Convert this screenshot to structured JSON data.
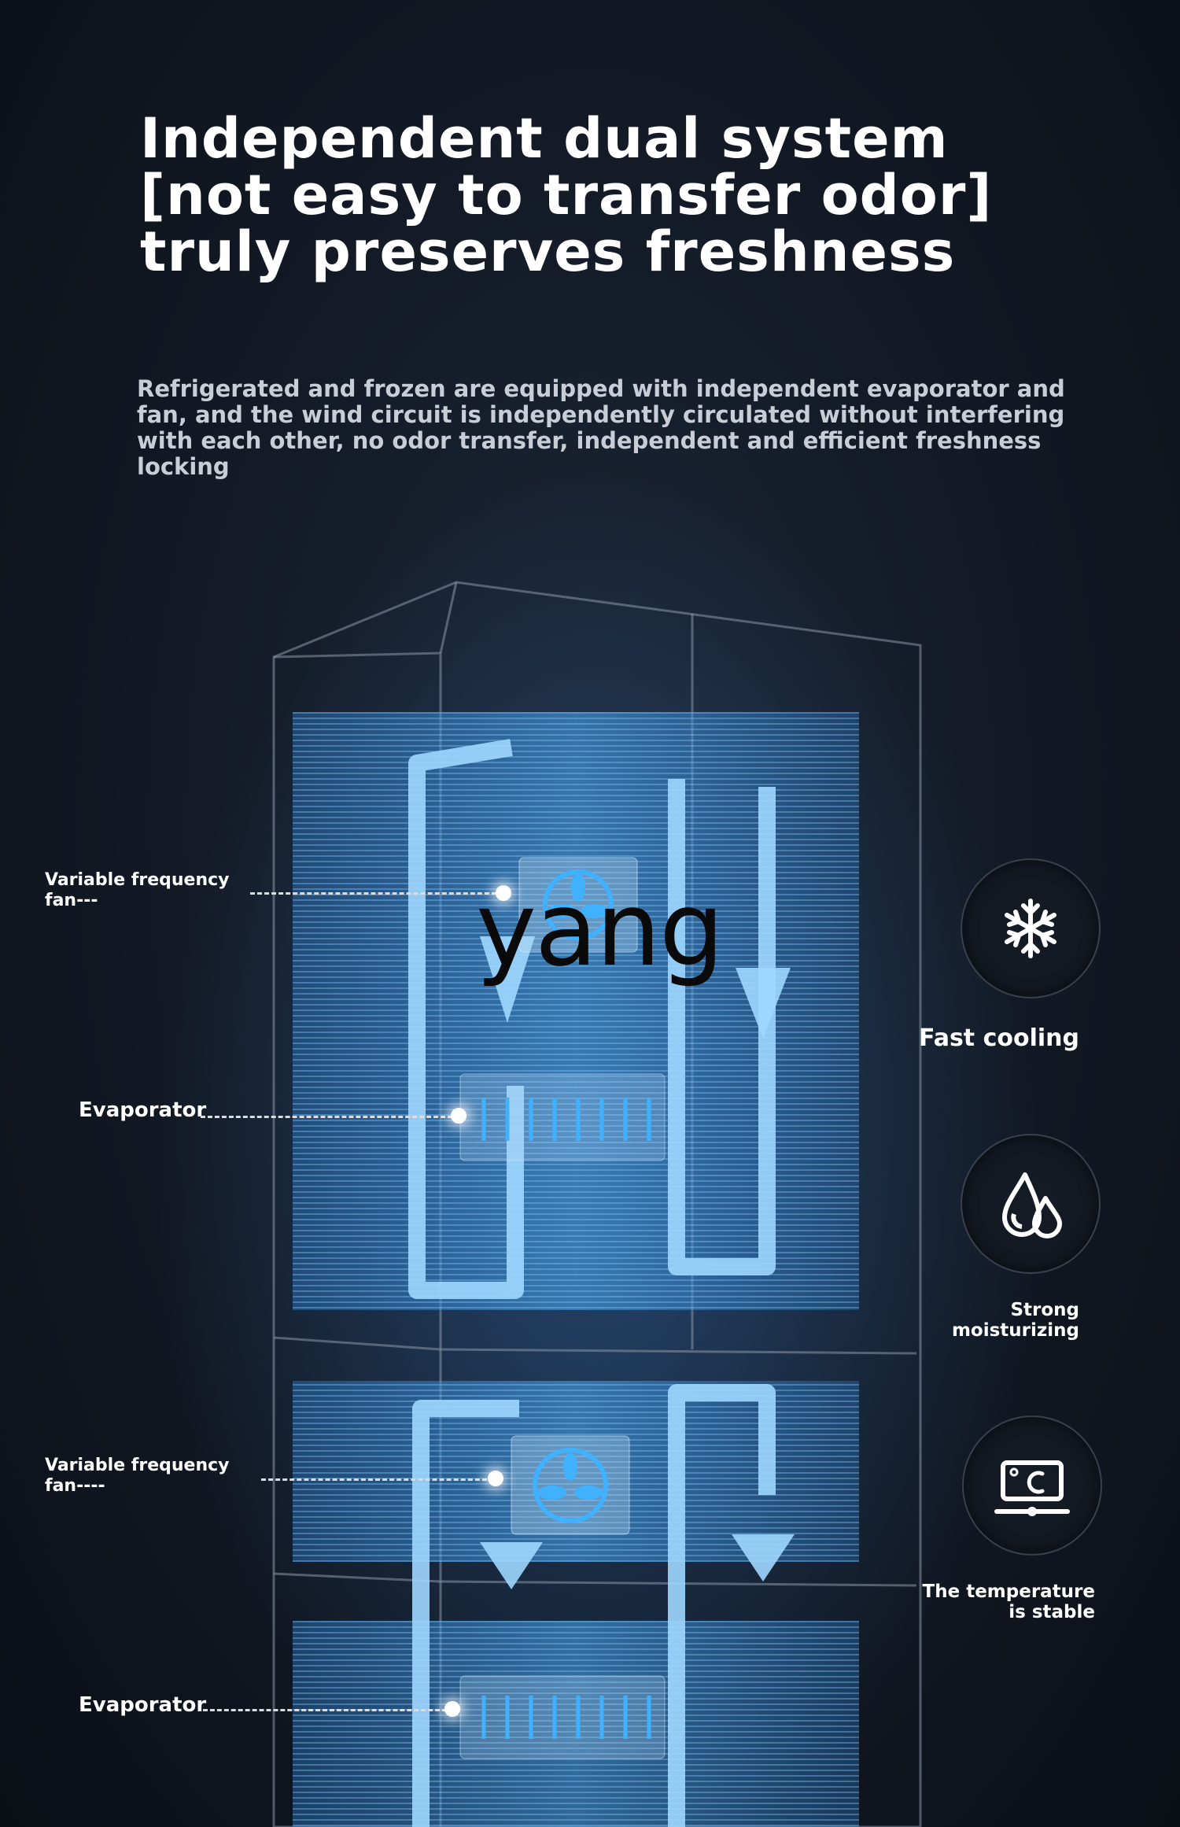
{
  "heading": {
    "title": "Independent dual system [not easy to transfer odor] truly preserves freshness",
    "subtitle": "Refrigerated and frozen are equipped with independent evaporator and fan, and the wind circuit is independently circulated without interfering with each other, no odor transfer, independent and efficient freshness locking"
  },
  "watermark": "yang",
  "callouts": [
    {
      "line1": "Variable frequency",
      "line2": "fan---"
    },
    {
      "label": "Evaporator"
    },
    {
      "line1": "Variable frequency",
      "line2": "fan----"
    },
    {
      "label": "Evaporator"
    }
  ],
  "features": [
    {
      "icon": "snowflake-icon",
      "label": "Fast cooling"
    },
    {
      "icon": "water-drops-icon",
      "line1": "Strong",
      "line2": "moisturizing"
    },
    {
      "icon": "thermometer-display-icon",
      "line1": "The temperature",
      "line2": "is stable"
    }
  ],
  "colors": {
    "background": "#141b27",
    "airflow": "#5fb8f5",
    "text": "#ffffff",
    "subtitle": "#c9ced6"
  }
}
